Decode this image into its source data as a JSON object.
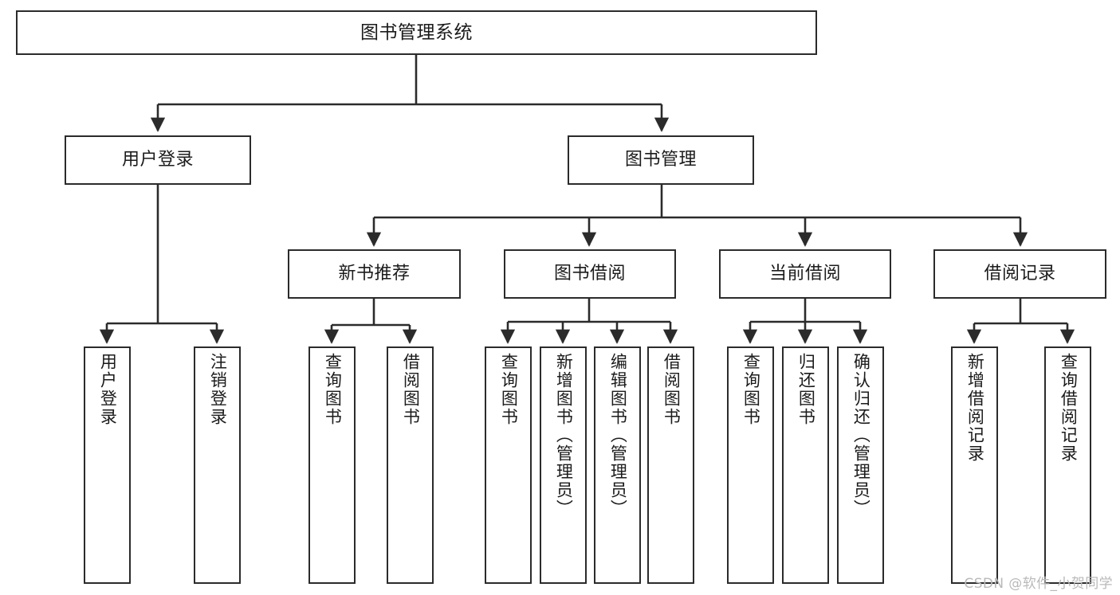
{
  "diagram": {
    "title": "图书管理系统",
    "watermark": "CSDN @软件_小贺同学",
    "line_color": "#2b2b2b",
    "box_fill": "#ffffff",
    "text_color": "#1b1b1b",
    "watermark_color": "#b9b9b9"
  },
  "nodes": {
    "root": {
      "label": "图书管理系统"
    },
    "level2": [
      {
        "label": "用户登录"
      },
      {
        "label": "图书管理"
      }
    ],
    "level3": [
      {
        "label": "新书推荐"
      },
      {
        "label": "图书借阅"
      },
      {
        "label": "当前借阅"
      },
      {
        "label": "借阅记录"
      }
    ],
    "leaves": {
      "user_login": [
        {
          "label": "用户登录"
        },
        {
          "label": "注销登录"
        }
      ],
      "new_book": [
        {
          "label": "查询图书"
        },
        {
          "label": "借阅图书"
        }
      ],
      "book_borrow": [
        {
          "label": "查询图书"
        },
        {
          "label": "新增图书（管理员）"
        },
        {
          "label": "编辑图书（管理员）"
        },
        {
          "label": "借阅图书"
        }
      ],
      "current_borrow": [
        {
          "label": "查询图书"
        },
        {
          "label": "归还图书"
        },
        {
          "label": "确认归还（管理员）"
        }
      ],
      "borrow_record": [
        {
          "label": "新增借阅记录"
        },
        {
          "label": "查询借阅记录"
        }
      ]
    }
  }
}
